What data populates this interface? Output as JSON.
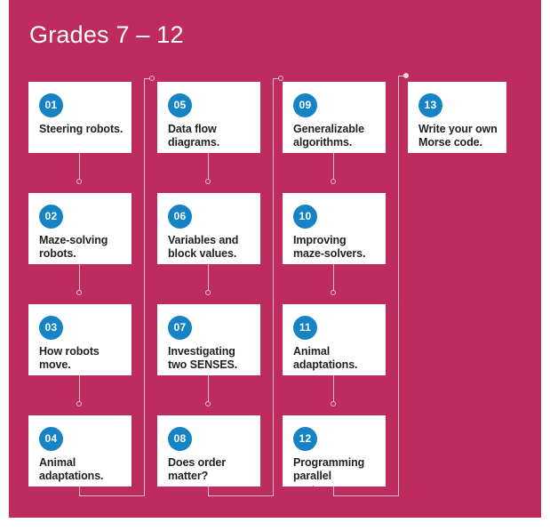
{
  "poster": {
    "title": "Grades 7 – 12",
    "background_color": "#bd2b5f",
    "card_color": "#ffffff",
    "badge_color": "#1683c4",
    "connector_color": "#e8c0ce",
    "text_color": "#231f20"
  },
  "columns": [
    {
      "name": "column-1",
      "cards": [
        {
          "number": "01",
          "label": "Steering robots."
        },
        {
          "number": "02",
          "label": "Maze-solving robots."
        },
        {
          "number": "03",
          "label": "How robots move."
        },
        {
          "number": "04",
          "label": "Animal adaptations."
        }
      ]
    },
    {
      "name": "column-2",
      "cards": [
        {
          "number": "05",
          "label": "Data flow diagrams."
        },
        {
          "number": "06",
          "label": "Variables and block values."
        },
        {
          "number": "07",
          "label": "Investigating two SENSES."
        },
        {
          "number": "08",
          "label": "Does order matter?"
        }
      ]
    },
    {
      "name": "column-3",
      "cards": [
        {
          "number": "09",
          "label": "Generalizable algorithms."
        },
        {
          "number": "10",
          "label": "Improving maze-solvers."
        },
        {
          "number": "11",
          "label": "Animal adaptations."
        },
        {
          "number": "12",
          "label": "Programming parallel systems."
        }
      ]
    },
    {
      "name": "column-4",
      "cards": [
        {
          "number": "13",
          "label": "Write your own Morse code."
        }
      ]
    }
  ]
}
